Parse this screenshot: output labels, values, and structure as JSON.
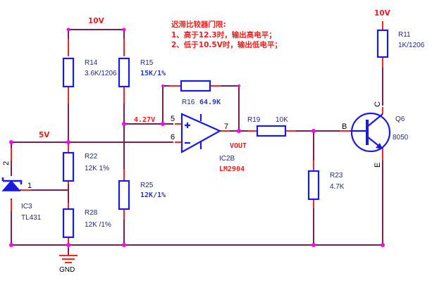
{
  "title": "迟滞比较器门限:",
  "notes": [
    "1、高于12.3时，输出高电平；",
    "2、低于10.5V时，输出低电平；"
  ],
  "rails": {
    "vcc_left": "10V",
    "vcc_right": "10V",
    "v5": "5V",
    "gnd": "GND",
    "node_voltage": "4.27V",
    "vout": "VOUT"
  },
  "components": {
    "R14": {
      "ref": "R14",
      "value": "3.6K/1206"
    },
    "R15": {
      "ref": "R15",
      "value": "15K/1%"
    },
    "R16": {
      "ref": "R16",
      "value": "64.9K"
    },
    "R22": {
      "ref": "R22",
      "value": "12K 1%"
    },
    "R28": {
      "ref": "R28",
      "value": "12K /1%"
    },
    "R25": {
      "ref": "R25",
      "value": "12K/1%"
    },
    "R19": {
      "ref": "R19",
      "value": "10K"
    },
    "R23": {
      "ref": "R23",
      "value": "4.7K"
    },
    "R11": {
      "ref": "R11",
      "value": "1K/1206"
    },
    "IC2B": {
      "ref": "IC2B",
      "value": "LM2904",
      "pin_plus": "5",
      "pin_minus": "6",
      "pin_out": "7",
      "plus_sign": "+",
      "minus_sign": "−"
    },
    "IC3": {
      "ref": "IC3",
      "value": "TL431",
      "pin_cathode": "2",
      "pin_ref": "1"
    },
    "Q6": {
      "ref": "Q6",
      "value": "8050",
      "pin_b": "B",
      "pin_c": "C",
      "pin_e": "E"
    }
  }
}
